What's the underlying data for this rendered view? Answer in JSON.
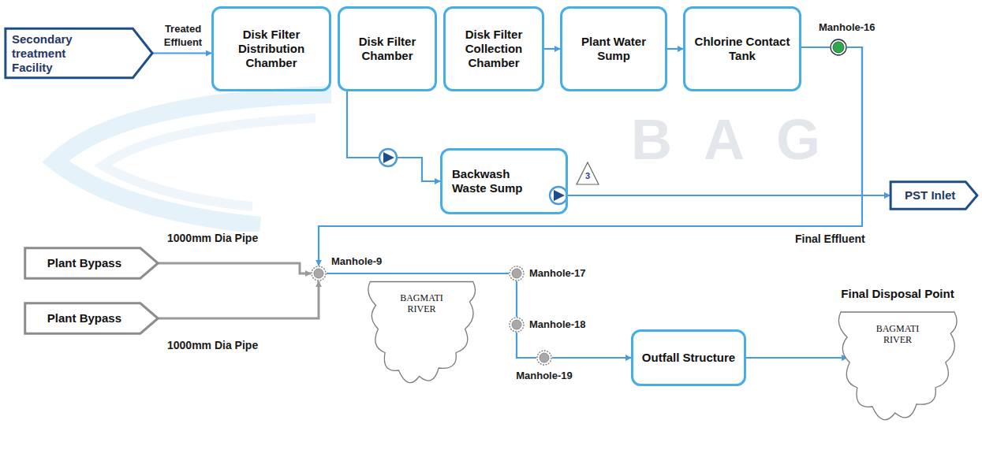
{
  "diagram": {
    "nodes": [
      {
        "text": [
          "Secondary treatment Facility"
        ]
      },
      {
        "text": [
          "Disk Filter Distribution Chamber"
        ]
      },
      {
        "text": [
          "Disk Filter Chamber"
        ]
      },
      {
        "text": [
          "Disk Filter Collection Chamber"
        ]
      },
      {
        "text": [
          "Plant Water Sump"
        ]
      },
      {
        "text": [
          "Chlorine Contact Tank"
        ]
      },
      {
        "text": [
          "Manhole-16"
        ]
      },
      {
        "text": [
          "Backwash Waste Sump"
        ]
      },
      {
        "text": [
          "PST Inlet"
        ]
      },
      {
        "text": [
          "Plant Bypass"
        ]
      },
      {
        "text": [
          "Manhole-9"
        ]
      },
      {
        "text": [
          "BAGMATI RIVER"
        ]
      },
      {
        "text": [
          "Manhole-17"
        ]
      },
      {
        "text": [
          "Plant Bypass"
        ]
      },
      {
        "text": [
          "Manhole-18"
        ]
      },
      {
        "text": [
          "Outfall Structure"
        ]
      },
      {
        "text": [
          "Final Disposal Point",
          "BAGMATI RIVER"
        ]
      },
      {
        "text": [
          "Manhole-19"
        ]
      }
    ],
    "edges": [
      {
        "from": 0,
        "to": 1,
        "label": "Treated Effluent",
        "arrow": "to"
      },
      {
        "from": 3,
        "to": 4,
        "arrow": "to"
      },
      {
        "from": 4,
        "to": 5,
        "arrow": "to"
      },
      {
        "from": 5,
        "to": 6,
        "arrow": "none"
      },
      {
        "from": 6,
        "to": 8,
        "arrow": "to"
      },
      {
        "from": 6,
        "to": 10,
        "label": "Final Effluent",
        "arrow": "to"
      },
      {
        "from": 2,
        "to": 7,
        "arrow": "to"
      },
      {
        "from": 7,
        "to": 8,
        "arrow": "to"
      },
      {
        "from": 9,
        "to": 10,
        "label": "1000mm Dia Pipe",
        "arrow": "to"
      },
      {
        "from": 13,
        "to": 10,
        "label": "1000mm Dia Pipe",
        "arrow": "to"
      },
      {
        "from": 10,
        "to": 12,
        "arrow": "none"
      },
      {
        "from": 12,
        "to": 14,
        "arrow": "none"
      },
      {
        "from": 14,
        "to": 17,
        "arrow": "none"
      },
      {
        "from": 17,
        "to": 15,
        "arrow": "to"
      },
      {
        "from": 15,
        "to": 16,
        "arrow": "to"
      }
    ],
    "labels": [
      "3",
      "BAG"
    ]
  }
}
